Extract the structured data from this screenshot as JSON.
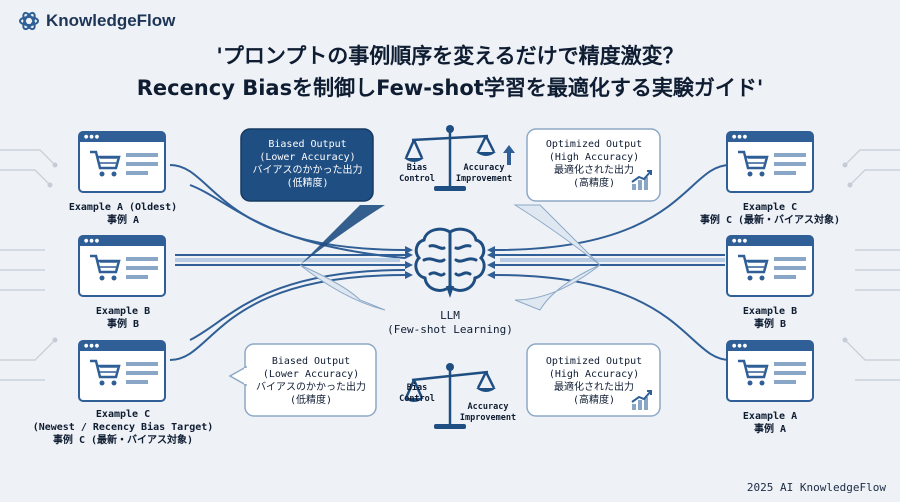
{
  "brand": {
    "name": "KnowledgeFlow"
  },
  "title": {
    "line1": "'プロンプトの事例順序を変えるだけで精度激変？",
    "line2": "Recency Biasを制御しFew-shot学習を最適化する実験ガイド'"
  },
  "left_examples": [
    {
      "en": "Example A (Oldest)",
      "jp": "事例 A"
    },
    {
      "en": "Example B",
      "jp": "事例 B"
    },
    {
      "en": "Example C",
      "en2": "(Newest / Recency Bias Target)",
      "jp": "事例 C (最新・バイアス対象)"
    }
  ],
  "right_examples": [
    {
      "en": "Example C",
      "jp": "事例 C (最新・バイアス対象)"
    },
    {
      "en": "Example B",
      "jp": "事例 B"
    },
    {
      "en": "Example A",
      "jp": "事例 A"
    }
  ],
  "biased_top": {
    "l1": "Biased Output",
    "l2": "(Lower Accuracy)",
    "l3": "バイアスのかかった出力",
    "l4": "(低精度)"
  },
  "biased_bottom": {
    "l1": "Biased Output",
    "l2": "(Lower Accuracy)",
    "l3": "バイアスのかかった出力",
    "l4": "(低精度)"
  },
  "optimized_top": {
    "l1": "Optimized Output",
    "l2": "(High Accuracy)",
    "l3": "最適化された出力",
    "l4": "(高精度)"
  },
  "optimized_bottom": {
    "l1": "Optimized Output",
    "l2": "(High Accuracy)",
    "l3": "最適化された出力",
    "l4": "(高精度)"
  },
  "scale_top": {
    "left1": "Bias",
    "left2": "Control",
    "right1": "Accuracy",
    "right2": "Improvement"
  },
  "scale_bottom": {
    "left1": "Bias",
    "left2": "Control",
    "right1": "Accuracy",
    "right2": "Improvement"
  },
  "llm": {
    "l1": "LLM",
    "l2": "(Few-shot Learning)"
  },
  "footer": "2025 AI KnowledgeFlow",
  "colors": {
    "navy": "#1f4e82",
    "line": "#2f5f96",
    "light": "#a9c2dd"
  }
}
